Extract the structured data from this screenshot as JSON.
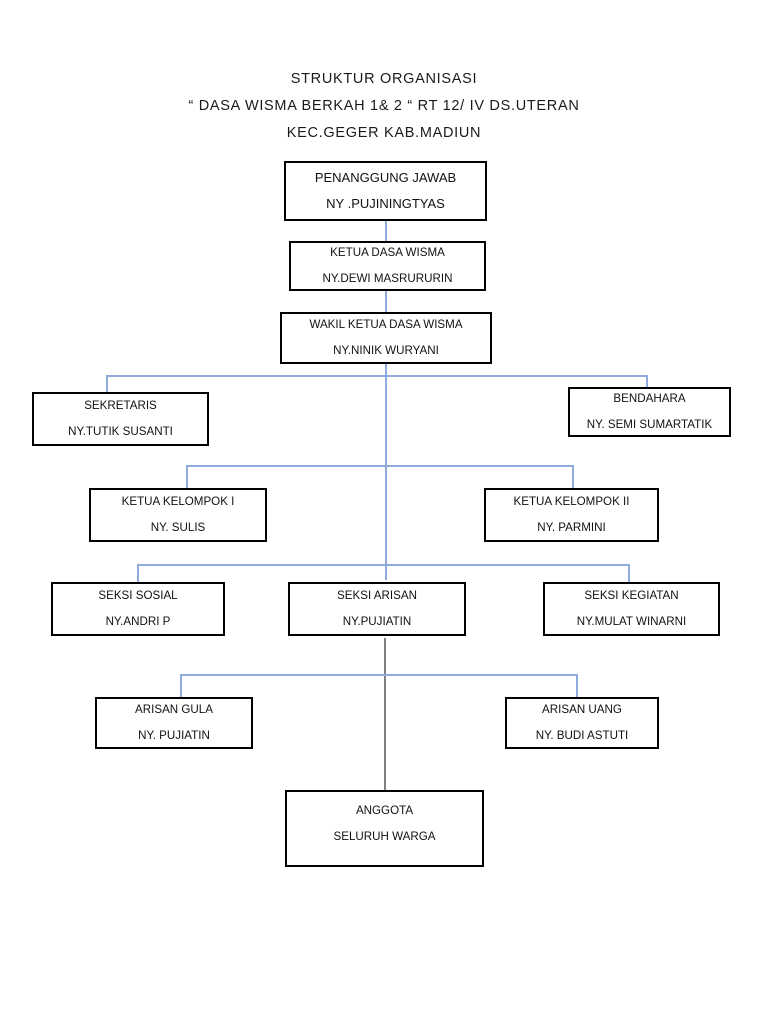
{
  "document": {
    "title_lines": [
      "STRUKTUR ORGANISASI",
      "“ DASA WISMA BERKAH 1& 2 “ RT 12/ IV DS.UTERAN",
      "KEC.GEGER KAB.MADIUN"
    ]
  },
  "colors": {
    "connector": "#8FAADC",
    "connector_gray": "#7F7F7F",
    "box_border": "#000000",
    "box_fill": "#FFFFFF",
    "text": "#111111"
  },
  "chart_data": {
    "type": "diagram",
    "title": "STRUKTUR ORGANISASI “ DASA WISMA BERKAH 1& 2 “ RT 12/ IV DS.UTERAN KEC.GEGER KAB.MADIUN",
    "nodes": [
      {
        "id": "penanggung-jawab",
        "role": "PENANGGUNG JAWAB",
        "person": "NY .PUJININGTYAS",
        "level": 1
      },
      {
        "id": "ketua-dasa-wisma",
        "role": "KETUA DASA WISMA",
        "person": "NY.DEWI MASRURURIN",
        "level": 2
      },
      {
        "id": "wakil-ketua-dasa-wisma",
        "role": "WAKIL KETUA DASA WISMA",
        "person": "NY.NINIK WURYANI",
        "level": 3
      },
      {
        "id": "sekretaris",
        "role": "SEKRETARIS",
        "person": "NY.TUTIK SUSANTI",
        "level": 4
      },
      {
        "id": "bendahara",
        "role": "BENDAHARA",
        "person": "NY. SEMI SUMARTATIK",
        "level": 4
      },
      {
        "id": "ketua-kelompok-1",
        "role": "KETUA KELOMPOK I",
        "person": "NY. SULIS",
        "level": 5
      },
      {
        "id": "ketua-kelompok-2",
        "role": "KETUA KELOMPOK II",
        "person": "NY. PARMINI",
        "level": 5
      },
      {
        "id": "seksi-sosial",
        "role": "SEKSI  SOSIAL",
        "person": "NY.ANDRI  P",
        "level": 6
      },
      {
        "id": "seksi-arisan",
        "role": "SEKSI   ARISAN",
        "person": "NY.PUJIATIN",
        "level": 6
      },
      {
        "id": "seksi-kegiatan",
        "role": "SEKSI KEGIATAN",
        "person": "NY.MULAT WINARNI",
        "level": 6
      },
      {
        "id": "arisan-gula",
        "role": "ARISAN GULA",
        "person": "NY. PUJIATIN",
        "level": 7
      },
      {
        "id": "arisan-uang",
        "role": "ARISAN UANG",
        "person": "NY. BUDI ASTUTI",
        "level": 7
      },
      {
        "id": "anggota",
        "role": "ANGGOTA",
        "person": "SELURUH   WARGA",
        "level": 8
      }
    ],
    "edges": [
      {
        "from": "penanggung-jawab",
        "to": "ketua-dasa-wisma"
      },
      {
        "from": "ketua-dasa-wisma",
        "to": "wakil-ketua-dasa-wisma"
      },
      {
        "from": "wakil-ketua-dasa-wisma",
        "to": "sekretaris"
      },
      {
        "from": "wakil-ketua-dasa-wisma",
        "to": "bendahara"
      },
      {
        "from": "wakil-ketua-dasa-wisma",
        "to": "ketua-kelompok-1"
      },
      {
        "from": "wakil-ketua-dasa-wisma",
        "to": "ketua-kelompok-2"
      },
      {
        "from": "wakil-ketua-dasa-wisma",
        "to": "seksi-sosial"
      },
      {
        "from": "wakil-ketua-dasa-wisma",
        "to": "seksi-arisan"
      },
      {
        "from": "wakil-ketua-dasa-wisma",
        "to": "seksi-kegiatan"
      },
      {
        "from": "seksi-arisan",
        "to": "arisan-gula"
      },
      {
        "from": "seksi-arisan",
        "to": "arisan-uang"
      },
      {
        "from": "seksi-arisan",
        "to": "anggota"
      }
    ]
  }
}
